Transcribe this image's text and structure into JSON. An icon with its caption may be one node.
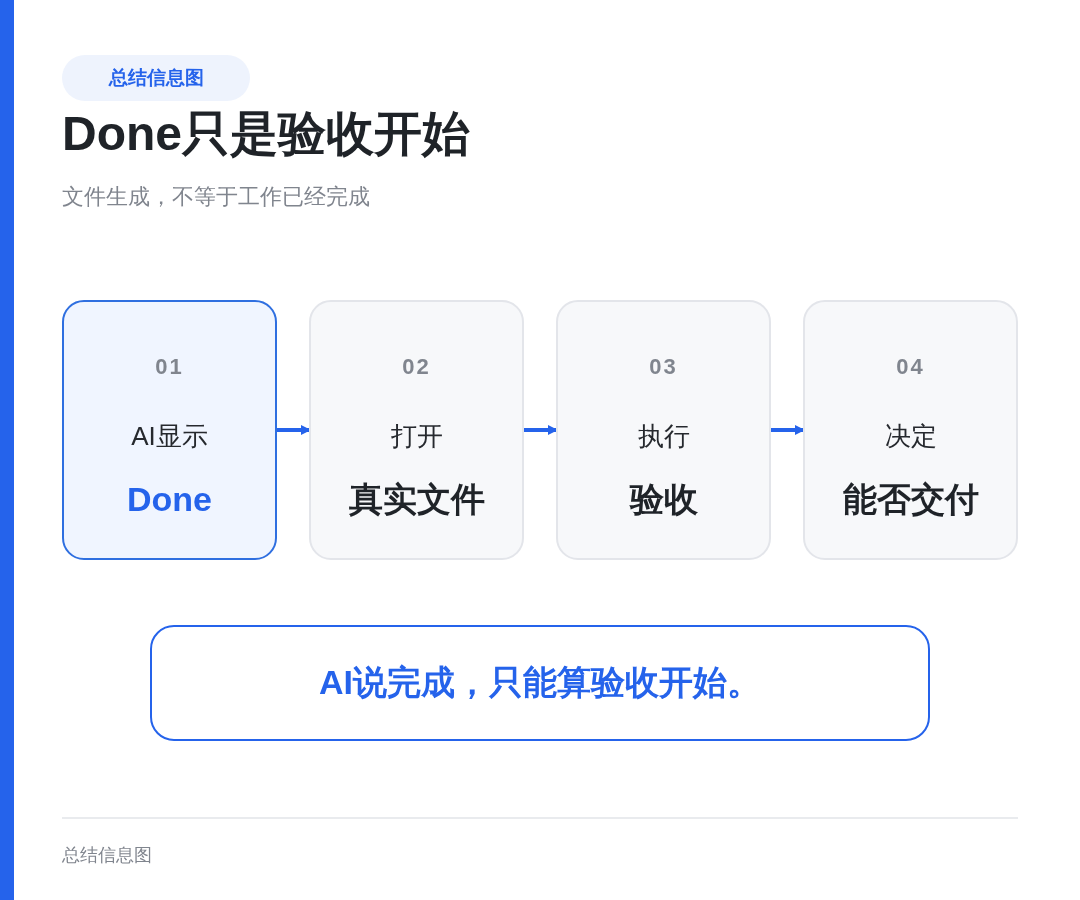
{
  "diagram": {
    "title": "Done只是验收开始",
    "nodes": [
      {
        "text": [
          "总结信息图"
        ]
      },
      {
        "text": [
          "01",
          "AI显示",
          "Done"
        ]
      },
      {
        "text": [
          "02",
          "打开",
          "真实文件"
        ]
      },
      {
        "text": [
          "03",
          "执行",
          "验收"
        ]
      },
      {
        "text": [
          "04",
          "决定",
          "能否交付"
        ]
      },
      {
        "text": [
          "AI说完成，只能算验收开始。"
        ]
      }
    ],
    "edges": [
      {
        "from": 1,
        "to": 2,
        "arrow": "to"
      },
      {
        "from": 2,
        "to": 3,
        "arrow": "to"
      },
      {
        "from": 3,
        "to": 4,
        "arrow": "to"
      }
    ],
    "labels": [
      "文件生成，不等于工作已经完成",
      "总结信息图"
    ]
  }
}
